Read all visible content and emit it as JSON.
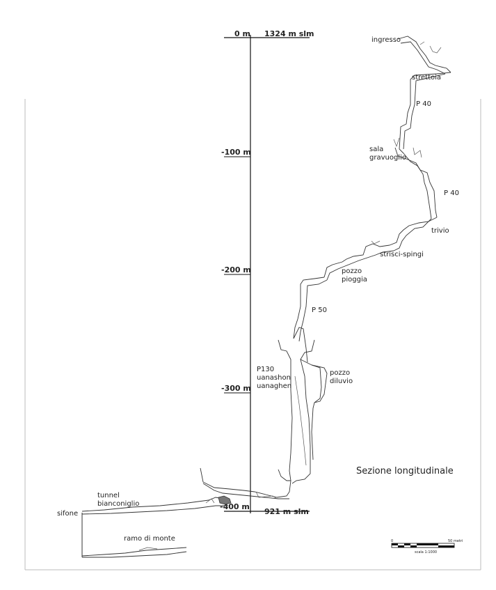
{
  "depth_axis": {
    "ticks": [
      {
        "label": "0 m"
      },
      {
        "label": "-100 m"
      },
      {
        "label": "-200 m"
      },
      {
        "label": "-300 m"
      },
      {
        "label": "-400 m"
      }
    ],
    "top_altitude": "1324 m slm",
    "bottom_altitude": "921 m slm"
  },
  "cave_labels": {
    "ingresso": "ingresso",
    "strettoia": "strettoia",
    "p40_upper": "P 40",
    "sala_line1": "sala",
    "sala_line2": "gravuoglio",
    "p40_lower": "P 40",
    "trivio": "trivio",
    "strisci": "strisci-spingi",
    "pozzo_pioggia_line1": "pozzo",
    "pozzo_pioggia_line2": "pioggia",
    "p50": "P 50",
    "p130_line1": "P130",
    "p130_line2": "uanashon",
    "p130_line3": "uanaghen",
    "pozzo_diluvio_line1": "pozzo",
    "pozzo_diluvio_line2": "diluvio",
    "tunnel_line1": "tunnel",
    "tunnel_line2": "bianconiglio",
    "sifone": "sifone",
    "ramo": "ramo di monte"
  },
  "title": "Sezione longitudinale",
  "scale_bar": {
    "start_label": "0",
    "end_label": "50 metri",
    "caption": "scala 1:1000"
  }
}
